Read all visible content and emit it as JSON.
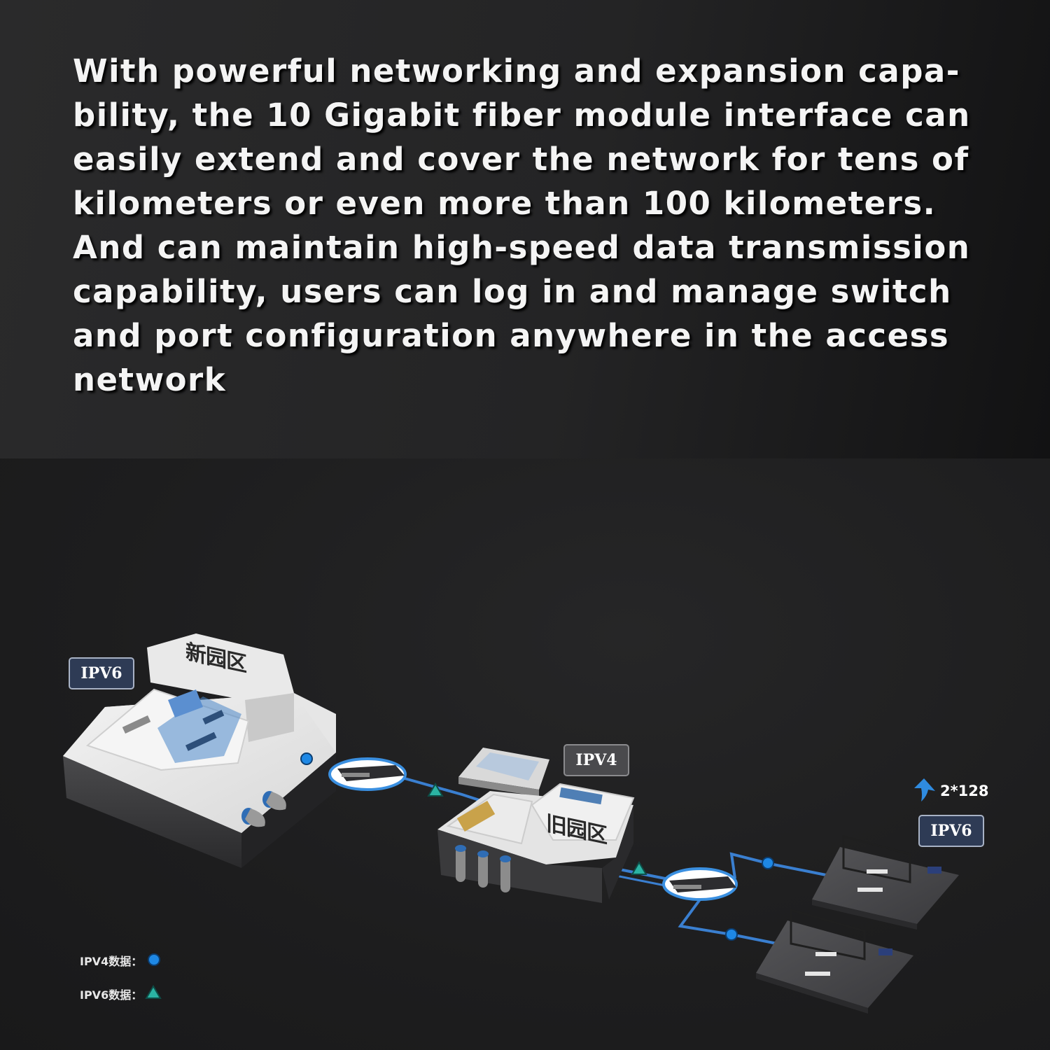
{
  "headline": "With powerful networking and expansion capa-\nbility, the 10 Gigabit fiber module interface can\neasily extend and cover the network for tens of\nkilometers or even more than 100 kilometers.\nAnd can maintain high-speed data transmission\ncapability, users can log in and manage switch\nand port configuration anywhere in the access\nnetwork",
  "diagram": {
    "new_campus_label": "新园区",
    "old_campus_label": "旧园区",
    "new_campus_tag": "IPV6",
    "old_campus_tag": "IPV4",
    "branch_tag": "IPV6",
    "growth_label": "2*128"
  },
  "legend": {
    "ipv4_label": "IPV4数据：",
    "ipv6_label": "IPV6数据："
  },
  "colors": {
    "link": "#3a7fd0",
    "ipv4_marker": "#1e88e5",
    "ipv6_marker": "#2bb3a3",
    "tag_v6_bg": "#2e3b55",
    "tag_v4_bg": "#4a4a4d"
  }
}
